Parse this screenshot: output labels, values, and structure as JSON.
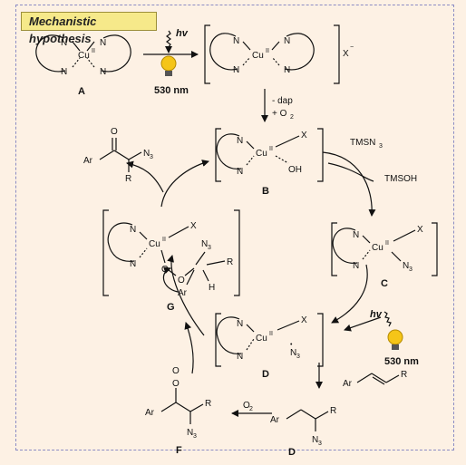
{
  "title": "Mechanistic hypothesis",
  "atoms": {
    "N": "N",
    "Cu": "Cu",
    "II": "II",
    "X": "X",
    "OH": "OH",
    "N3": "N",
    "sub3": "3",
    "O": "O",
    "Ar": "Ar",
    "R": "R",
    "H": "H",
    "minus": "−",
    "dot": "•",
    "N3dot": "N"
  },
  "labels": {
    "A": "A",
    "B": "B",
    "C": "C",
    "D": "D",
    "D2": "D",
    "F": "F",
    "G": "G"
  },
  "conditions": {
    "hv": "hv",
    "wavelength": "530 nm",
    "dap_line": "- dap",
    "o2_line": "+ O",
    "o2_sub": "2",
    "tmsn3": "TMSN",
    "tmsn3_sub": "3",
    "tmsoh": "TMSOH",
    "o2": "O",
    "o2b_sub": "2"
  },
  "colors": {
    "background": "#fdf1e4",
    "frame": "#8c8cc4",
    "badge": "#f6e98a",
    "bulb": "#f5c518",
    "ink": "#111111"
  }
}
